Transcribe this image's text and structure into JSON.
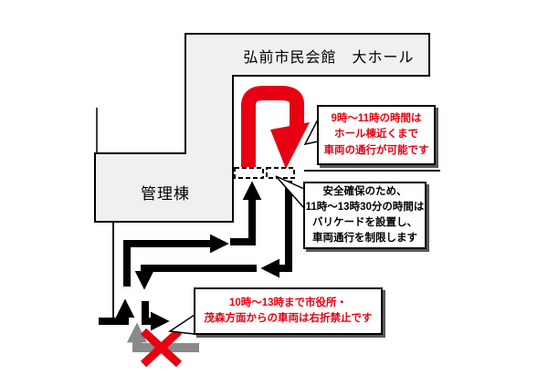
{
  "page": {
    "background": "#ffffff"
  },
  "buildings": {
    "hall": "弘前市民会館　大ホール",
    "admin": "管理棟"
  },
  "callout_hours": {
    "line1": "9時～11時の時間は",
    "line2": "ホール棟近くまで",
    "line3": "車両の通行が可能です",
    "text_color": "#e60012"
  },
  "callout_barricade": {
    "line1": "安全確保のため、",
    "line2": "11時～13時30分の時間は",
    "line3": "バリケードを設置し、",
    "line4": "車両通行を制限します",
    "text_color": "#000000"
  },
  "callout_no_right_turn": {
    "line1": "10時～13時まで市役所・",
    "line2": "茂森方面からの車両は右折禁止です",
    "text_color": "#e60012"
  },
  "colors": {
    "red": "#e60012",
    "black": "#000000",
    "gray_arrow": "#8a8a8a",
    "building_fill": "#f0f0f0",
    "building_border": "#000000",
    "box_shadow": "#595959"
  },
  "icons": {
    "uturn_arrow": "red-uturn-arrow-icon",
    "barricade": "dashed-barricade-icon",
    "prohibition": "red-x-icon",
    "entry_route": "black-route-arrow-icon",
    "restricted_route": "gray-right-turn-arrow-icon"
  }
}
